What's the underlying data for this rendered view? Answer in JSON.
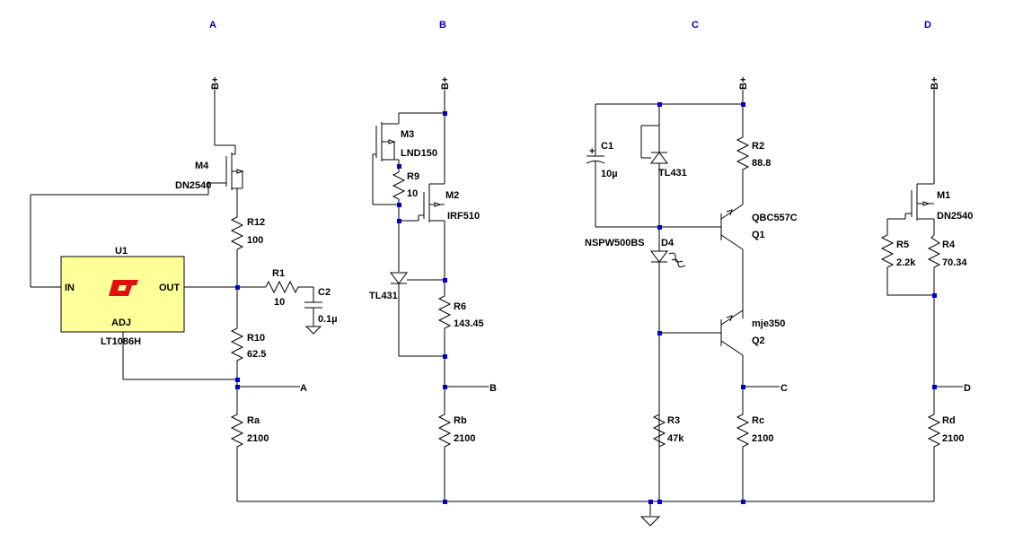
{
  "sections": [
    "A",
    "B",
    "C",
    "D"
  ],
  "supply_label": "B+",
  "outputs": [
    "A",
    "B",
    "C",
    "D"
  ],
  "colors": {
    "wire": "#000000",
    "node": "#0000cc",
    "section_header": "#0000c0",
    "regulator_fill": "#ffff99",
    "logo": "#e01010"
  },
  "section_a": {
    "m4": {
      "ref": "M4",
      "value": "DN2540"
    },
    "u1": {
      "ref": "U1",
      "value": "LT1086H",
      "pin_in": "IN",
      "pin_out": "OUT",
      "pin_adj": "ADJ",
      "logo": "LT"
    },
    "r12": {
      "ref": "R12",
      "value": "100"
    },
    "r1": {
      "ref": "R1",
      "value": "10"
    },
    "c2": {
      "ref": "C2",
      "value": "0.1µ"
    },
    "r10": {
      "ref": "R10",
      "value": "62.5"
    },
    "ra": {
      "ref": "Ra",
      "value": "2100"
    }
  },
  "section_b": {
    "m3": {
      "ref": "M3",
      "value": "LND150"
    },
    "r9": {
      "ref": "R9",
      "value": "10"
    },
    "m2": {
      "ref": "M2",
      "value": "IRF510"
    },
    "tl431": {
      "ref": "TL431"
    },
    "r6": {
      "ref": "R6",
      "value": "143.45"
    },
    "rb": {
      "ref": "Rb",
      "value": "2100"
    }
  },
  "section_c": {
    "c1": {
      "ref": "C1",
      "value": "10µ"
    },
    "tl431": {
      "ref": "TL431"
    },
    "r2": {
      "ref": "R2",
      "value": "88.8"
    },
    "q1": {
      "ref": "Q1",
      "value": "QBC557C"
    },
    "d4": {
      "ref": "D4",
      "value": "NSPW500BS"
    },
    "q2": {
      "ref": "Q2",
      "value": "mje350"
    },
    "r3": {
      "ref": "R3",
      "value": "47k"
    },
    "rc": {
      "ref": "Rc",
      "value": "2100"
    }
  },
  "section_d": {
    "m1": {
      "ref": "M1",
      "value": "DN2540"
    },
    "r5": {
      "ref": "R5",
      "value": "2.2k"
    },
    "r4": {
      "ref": "R4",
      "value": "70.34"
    },
    "rd": {
      "ref": "Rd",
      "value": "2100"
    }
  }
}
